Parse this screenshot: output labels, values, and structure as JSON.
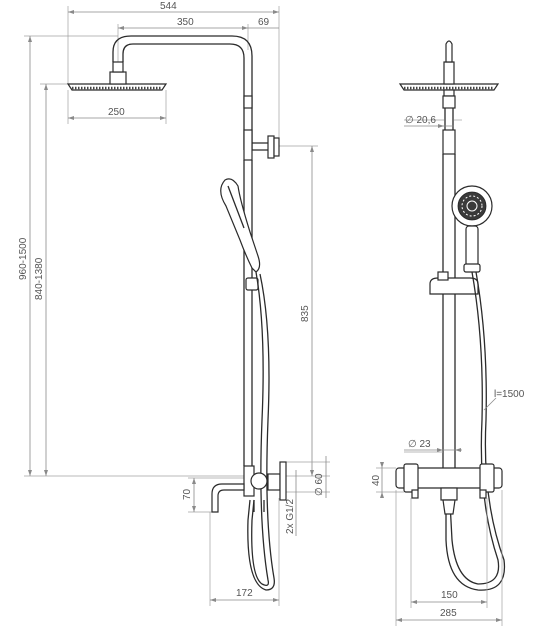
{
  "dimensions": {
    "side_view": {
      "overall_width": "544",
      "arm_length": "350",
      "arm_offset": "69",
      "head_diameter": "250",
      "total_height_range": "960-1500",
      "outlet_height_range": "840-1380",
      "handshower_holder_height": "835",
      "pipe_diameter": "∅ 60",
      "spout_height": "70",
      "connection": "2x G1/2",
      "spout_projection": "172"
    },
    "front_view": {
      "upper_pipe_diameter": "∅ 20,6",
      "hose_length": "l=1500",
      "lower_pipe_diameter": "∅ 23",
      "mixer_height": "40",
      "connection_spacing": "150",
      "mixer_width": "285"
    }
  },
  "colors": {
    "line": "#2b2b2b",
    "dimension": "#8a8a8a"
  }
}
